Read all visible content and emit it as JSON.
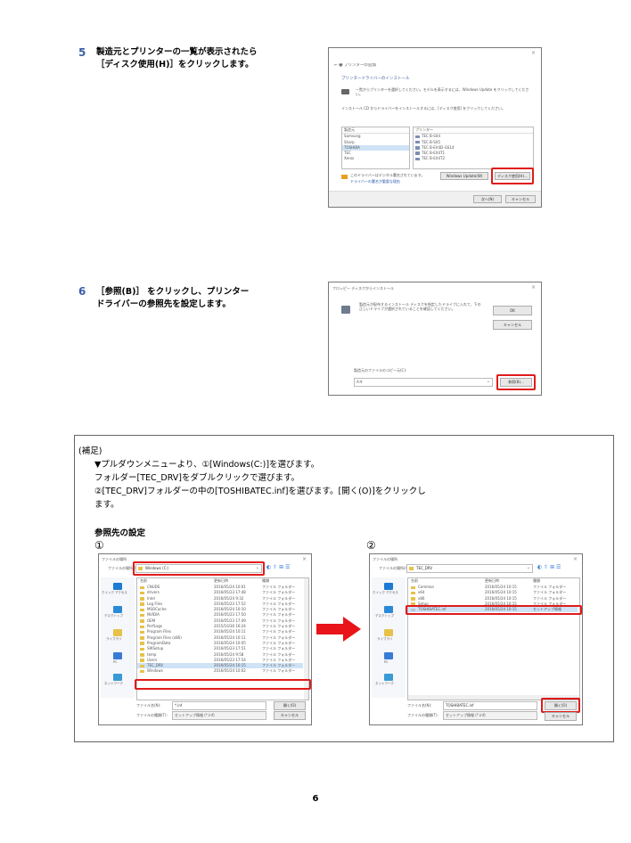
{
  "step5": {
    "number": "5",
    "text_line1": "製造元とプリンターの一覧が表示されたら",
    "text_line2": "［ディスク使用(H)］をクリックします。",
    "dialog": {
      "back_label": "← 🖶 プリンターの追加",
      "heading": "プリンタードライバーのインストール",
      "desc1": "一覧からプリンターを選択してください。モデルを表示するには、Windows Update をクリックしてください。",
      "desc2": "インストール CD からドライバーをインストールするには、[ディスク使用] をクリックしてください。",
      "manufacturer_header": "製造元",
      "manufacturers": [
        "Samsung",
        "Sharp",
        "TOSHIBA",
        "TEC",
        "Xerox"
      ],
      "printer_header": "プリンター",
      "printers": [
        "TEC B-SX4",
        "TEC B-SX5",
        "TEC B-EV4D-GS14",
        "TEC B-EX4T1",
        "TEC B-EX4T2"
      ],
      "signed_text": "このドライバーはデジタル署名されています。",
      "signing_link": "ドライバーの署名が重要な理由",
      "windows_update_button": "Windows Update(W)",
      "have_disk_button": "ディスク使用(H)...",
      "next_button": "次へ(N)",
      "cancel_button": "キャンセル"
    }
  },
  "step6": {
    "number": "6",
    "text_line1": "［参照(B)］ をクリックし、プリンター",
    "text_line2": "ドライバーの参照先を設定します。",
    "dialog": {
      "title": "フロッピー ディスクからインストール",
      "message": "製造元が配布するインストール ディスクを指定したドライブに入れて、下の正しいドライブが選択されていることを確認してください。",
      "ok_button": "OK",
      "cancel_button": "キャンセル",
      "copy_label": "製造元のファイルのコピー元(C):",
      "copy_value": "A:¥",
      "browse_button": "参照(B)..."
    }
  },
  "supplement": {
    "heading": "(補足)",
    "line1": "▼プルダウンメニューより、①[Windows(C:)]を選びます。",
    "line2": "フォルダー[TEC_DRV]をダブルクリックで選びます。",
    "line3": "②[TEC_DRV]フォルダーの中の[TOSHIBATEC.inf]を選びます。[開く(O)]をクリックし",
    "line4": "ます。",
    "subheading": "参照先の設定",
    "marker1": "①",
    "marker2": "②"
  },
  "browse1": {
    "title": "ファイルの場所",
    "location_label": "ファイルの場所(I):",
    "location_value": "Windows (C:)",
    "col_name": "名前",
    "col_date": "更新日時",
    "col_type": "種類",
    "sidebar": [
      "クイック アクセス",
      "デスクトップ",
      "ライブラリ",
      "PC",
      "ネットワーク"
    ],
    "rows": [
      {
        "name": "CNUDS",
        "date": "2016/05/24 10:01",
        "type": "ファイル フォルダー"
      },
      {
        "name": "drivers",
        "date": "2016/05/23 17:48",
        "type": "ファイル フォルダー"
      },
      {
        "name": "Intel",
        "date": "2016/05/24 9:32",
        "type": "ファイル フォルダー"
      },
      {
        "name": "Log Files",
        "date": "2016/05/23 17:52",
        "type": "ファイル フォルダー"
      },
      {
        "name": "MSOCache",
        "date": "2016/05/24 10:10",
        "type": "ファイル フォルダー"
      },
      {
        "name": "NVIDIA",
        "date": "2016/05/23 17:50",
        "type": "ファイル フォルダー"
      },
      {
        "name": "OEM",
        "date": "2016/05/23 17:49",
        "type": "ファイル フォルダー"
      },
      {
        "name": "PerfLogs",
        "date": "2015/10/30 16:24",
        "type": "ファイル フォルダー"
      },
      {
        "name": "Program Files",
        "date": "2016/05/24 10:11",
        "type": "ファイル フォルダー"
      },
      {
        "name": "Program Files (x86)",
        "date": "2016/05/24 10:11",
        "type": "ファイル フォルダー"
      },
      {
        "name": "ProgramData",
        "date": "2016/05/24 10:05",
        "type": "ファイル フォルダー"
      },
      {
        "name": "SWSetup",
        "date": "2016/05/23 17:51",
        "type": "ファイル フォルダー"
      },
      {
        "name": "temp",
        "date": "2016/05/24 9:58",
        "type": "ファイル フォルダー"
      },
      {
        "name": "Users",
        "date": "2016/05/23 17:54",
        "type": "ファイル フォルダー"
      },
      {
        "name": "TEC_DRV",
        "date": "2016/05/24 10:15",
        "type": "ファイル フォルダー"
      },
      {
        "name": "Windows",
        "date": "2016/05/24 10:02",
        "type": "ファイル フォルダー"
      }
    ],
    "filename_label": "ファイル名(N):",
    "filename_value": "*.inf",
    "filetype_label": "ファイルの種類(T):",
    "filetype_value": "セットアップ情報 (*.inf)",
    "open_button": "開く(O)",
    "cancel_button": "キャンセル"
  },
  "browse2": {
    "title": "ファイルの場所",
    "location_label": "ファイルの場所(I):",
    "location_value": "TEC_DRV",
    "col_name": "名前",
    "col_date": "更新日時",
    "col_type": "種類",
    "sidebar": [
      "クイック アクセス",
      "デスクトップ",
      "ライブラリ",
      "PC",
      "ネットワーク"
    ],
    "rows": [
      {
        "name": "Common",
        "date": "2016/05/24 10:15",
        "type": "ファイル フォルダー"
      },
      {
        "name": "x64",
        "date": "2016/05/24 10:15",
        "type": "ファイル フォルダー"
      },
      {
        "name": "x86",
        "date": "2016/05/24 10:15",
        "type": "ファイル フォルダー"
      },
      {
        "name": "Setup",
        "date": "2016/05/24 10:15",
        "type": "ファイル フォルダー"
      },
      {
        "name": "TOSHIBATEC.inf",
        "date": "2016/05/24 10:15",
        "type": "セットアップ情報"
      }
    ],
    "filename_label": "ファイル名(N):",
    "filename_value": "TOSHIBATEC.inf",
    "filetype_label": "ファイルの種類(T):",
    "filetype_value": "セットアップ情報 (*.inf)",
    "open_button": "開く(O)",
    "cancel_button": "キャンセル"
  },
  "page_number": "6",
  "colors": {
    "accent_red": "#e01b1b",
    "step_blue": "#3a5fa8",
    "arrow_red": "#e8141a"
  }
}
